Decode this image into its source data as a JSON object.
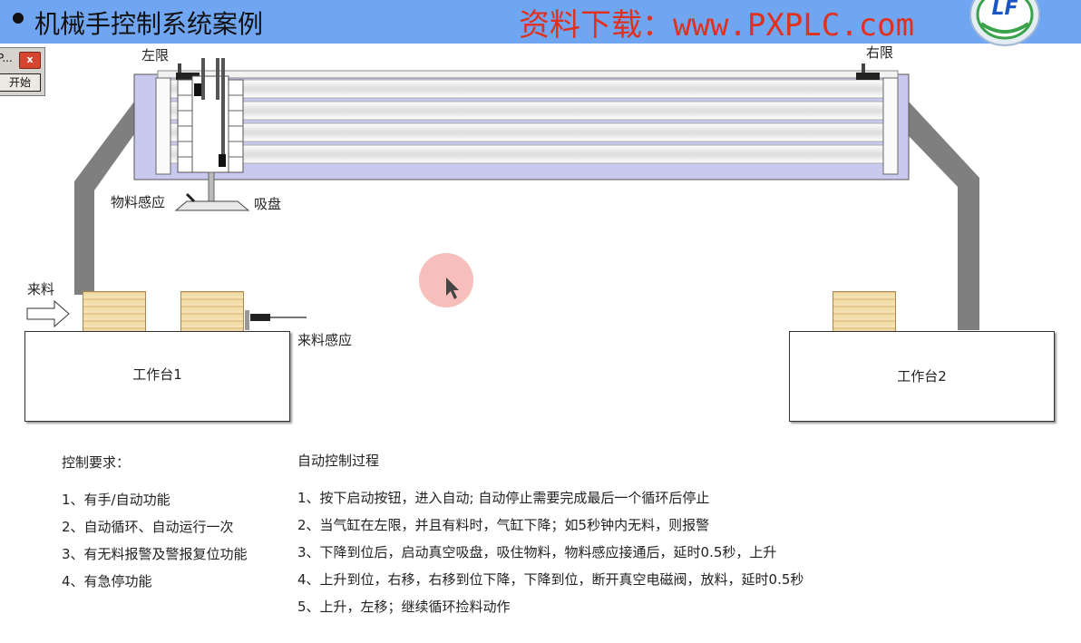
{
  "header": {
    "title": "机械手控制系统案例",
    "watermark": "资料下载：www.PXPLC.com",
    "logo_text": "LF"
  },
  "mini_window": {
    "title": "P...",
    "close": "x",
    "start_button": "开始"
  },
  "machine": {
    "left_limit": "左限",
    "right_limit": "右限",
    "material_sensor": "物料感应",
    "suction_cup": "吸盘",
    "incoming": "来料",
    "incoming_sensor": "来料感应",
    "station1": "工作台1",
    "station2": "工作台2"
  },
  "requirements": {
    "heading": "控制要求：",
    "items": [
      "1、有手/自动功能",
      "2、自动循环、自动运行一次",
      "3、有无料报警及警报复位功能",
      "4、有急停功能"
    ]
  },
  "auto_process": {
    "heading": "自动控制过程",
    "steps": [
      "1、按下启动按钮，进入自动; 自动停止需要完成最后一个循环后停止",
      "2、当气缸在左限，并且有料时，气缸下降；如5秒钟内无料，则报警",
      "3、下降到位后，启动真空吸盘，吸住物料，物料感应接通后，延时0.5秒，上升",
      "4、上升到位，右移，右移到位下降，下降到位，断开真空电磁阀，放料，延时0.5秒",
      "5、上升，左移；继续循环捡料动作"
    ]
  },
  "colors": {
    "header_bg": "#6fa5f1",
    "watermark": "#e0301e",
    "cursor_highlight": "#f4b4b0"
  }
}
